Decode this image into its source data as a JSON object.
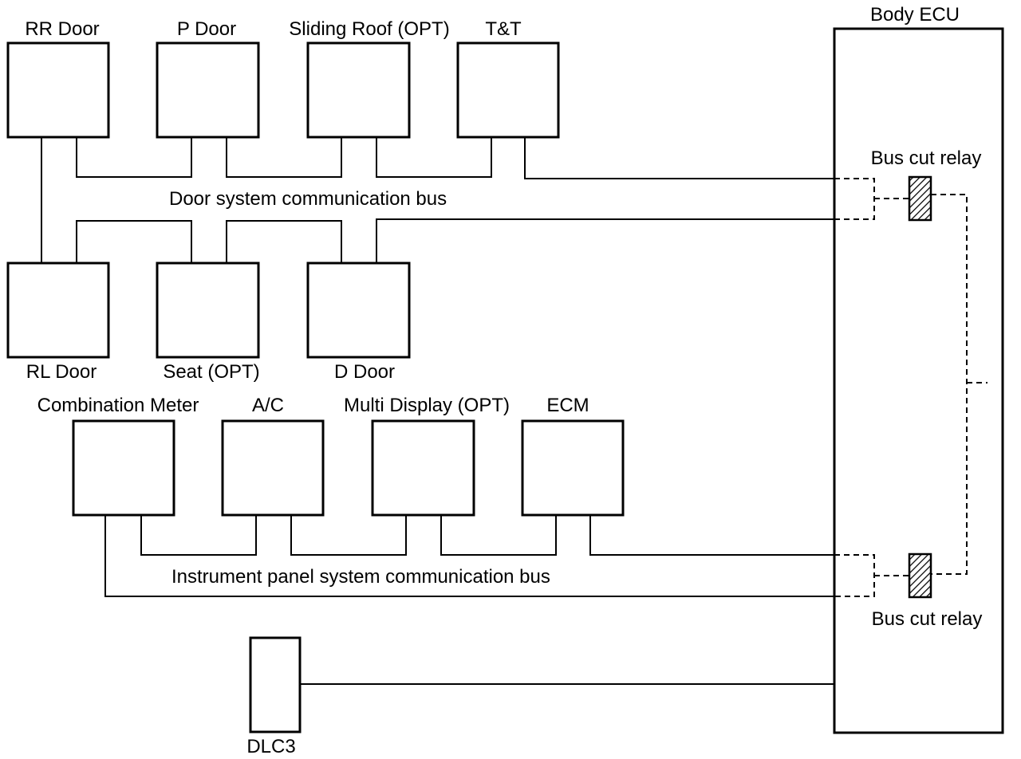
{
  "body_ecu": {
    "label": "Body ECU"
  },
  "relays": {
    "top_label": "Bus cut relay",
    "bottom_label": "Bus cut relay"
  },
  "door_bus": {
    "label": "Door system communication bus",
    "top_row": [
      "RR Door",
      "P Door",
      "Sliding Roof (OPT)",
      "T&T"
    ],
    "bottom_row": [
      "RL Door",
      "Seat (OPT)",
      "D Door"
    ]
  },
  "panel_bus": {
    "label": "Instrument panel system communication bus",
    "modules": [
      "Combination Meter",
      "A/C",
      "Multi Display (OPT)",
      "ECM"
    ]
  },
  "dlc": {
    "label": "DLC3"
  }
}
